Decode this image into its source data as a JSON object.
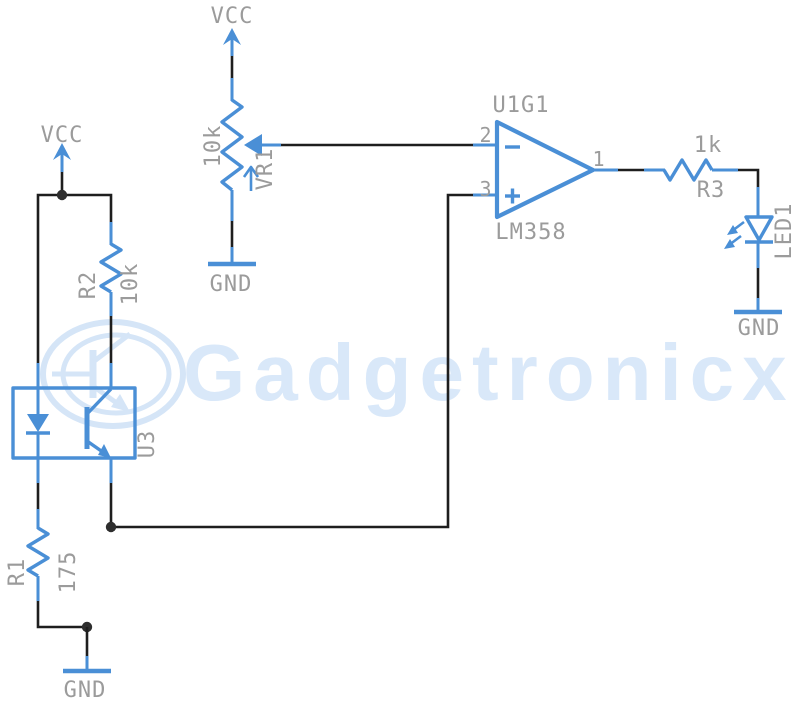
{
  "colors": {
    "component_blue": "#4a8fd6",
    "wire_black": "#1e1e1e",
    "label_gray": "#9b9b9b",
    "junction_dot": "#2e2e2e",
    "watermark_logo_blue": "#d5e5f7",
    "watermark_text_blue": "#d9e8f9",
    "background": "#ffffff"
  },
  "watermark": {
    "text": "Gadgetronicx"
  },
  "rails": {
    "vcc_left": "VCC",
    "vcc_pot": "VCC",
    "gnd_pot": "GND",
    "gnd_r1": "GND",
    "gnd_led": "GND"
  },
  "components": {
    "r1": {
      "ref": "R1",
      "value": "175"
    },
    "r2": {
      "ref": "R2",
      "value": "10k"
    },
    "r3": {
      "ref": "R3",
      "value": "1k"
    },
    "vr1": {
      "ref": "VR1",
      "value": "10k"
    },
    "u3": {
      "ref": "U3"
    },
    "u1": {
      "ref": "U1G1",
      "part": "LM358",
      "pins": {
        "inverting": "2",
        "noninverting": "3",
        "output": "1"
      }
    },
    "led1": {
      "ref": "LED1"
    }
  }
}
